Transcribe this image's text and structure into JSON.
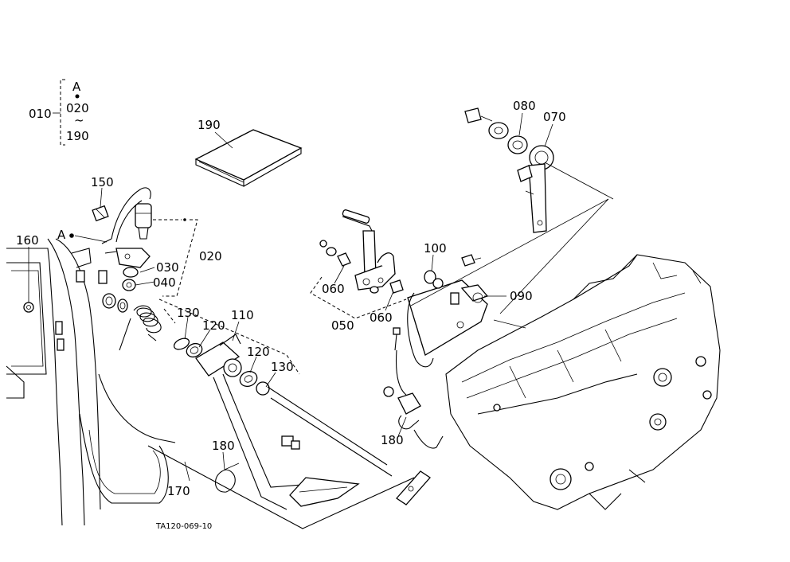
{
  "labels": {
    "p010": "010",
    "p020_key": "020",
    "p190_key": "190",
    "ref_a_key": "A",
    "tilde": "~",
    "p190": "190",
    "p150": "150",
    "ref_a": "A",
    "p160": "160",
    "p020": "020",
    "p030": "030",
    "p040": "040",
    "p130_a": "130",
    "p110": "110",
    "p120_a": "120",
    "p120_b": "120",
    "p130_b": "130",
    "p180_a": "180",
    "p170": "170",
    "p060_a": "060",
    "p050": "050",
    "p060_b": "060",
    "p100": "100",
    "p090": "090",
    "p080": "080",
    "p070": "070",
    "p180_b": "180"
  },
  "figure_code": "TA120-069-10"
}
